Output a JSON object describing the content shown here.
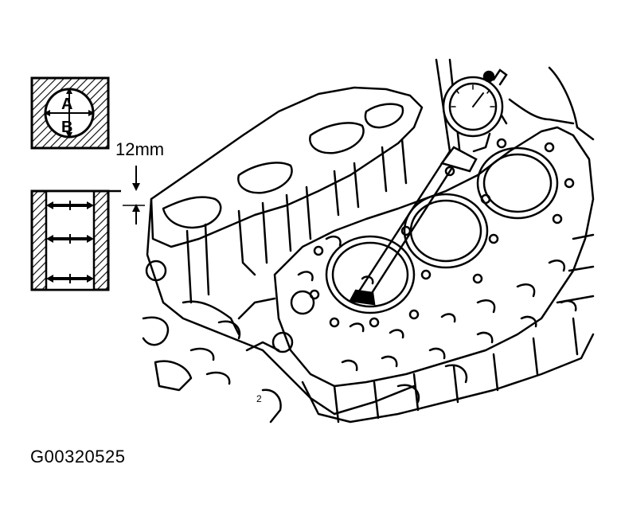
{
  "diagram": {
    "markers": {
      "top": "A",
      "bottom": "B"
    },
    "dimension_label": "12mm",
    "figure_id": "G00320525",
    "colors": {
      "line": "#000000",
      "background": "#ffffff"
    }
  }
}
